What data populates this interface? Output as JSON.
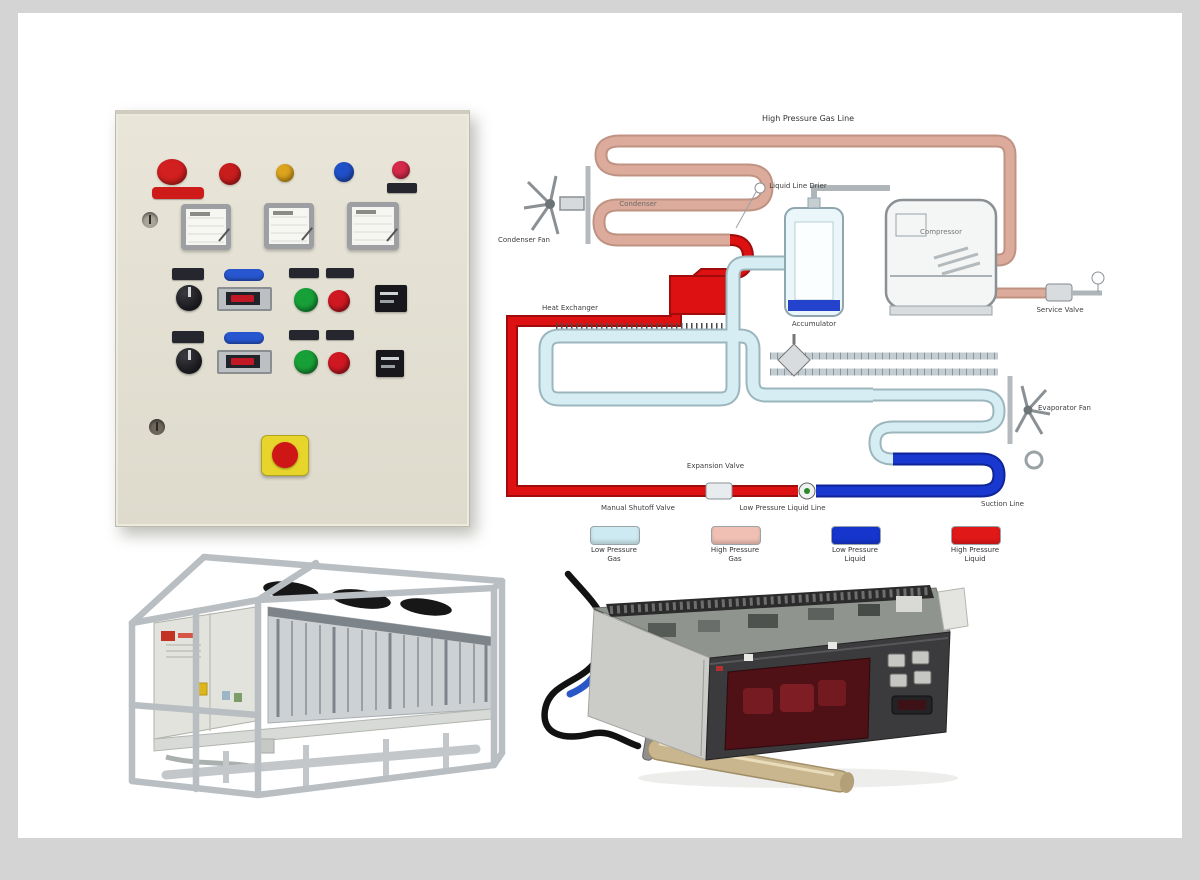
{
  "frame": {
    "border_color": "#d4d4d4",
    "canvas_color": "#ffffff"
  },
  "control_panel": {
    "panel_color": "#e4e1d4",
    "indicator_lights": [
      {
        "name": "emergency-mushroom",
        "color": "#d21f1f"
      },
      {
        "name": "red-pilot",
        "color": "#c81d1d"
      },
      {
        "name": "amber-pilot",
        "color": "#dca31c"
      },
      {
        "name": "blue-pilot",
        "color": "#2050c8"
      },
      {
        "name": "pink-pilot",
        "color": "#d62a4a"
      }
    ],
    "buttons": [
      {
        "name": "green-start",
        "color": "#18a038"
      },
      {
        "name": "red-stop",
        "color": "#d01822"
      }
    ],
    "digit_color": "#c01825",
    "estop_color": "#cf1616"
  },
  "diagram": {
    "title": "High Pressure Gas Line",
    "labels": {
      "condenser": "Condenser",
      "condenser_fan": "Condenser Fan",
      "liquid_line_drier": "Liquid Line Drier",
      "heat_exchanger": "Heat Exchanger",
      "accumulator": "Accumulator",
      "compressor": "Compressor",
      "service_valve": "Service Valve",
      "expansion_valve": "Expansion Valve",
      "manual_shutoff_valve": "Manual Shutoff Valve",
      "low_pressure_liquid_line": "Low Pressure Liquid Line",
      "suction_line": "Suction Line",
      "evaporator_fan": "Evaporator Fan"
    },
    "legend": {
      "items": [
        {
          "line1": "Low Pressure",
          "line2": "Gas",
          "color": "#cdeaf2"
        },
        {
          "line1": "High Pressure",
          "line2": "Gas",
          "color": "#f0c0b4"
        },
        {
          "line1": "Low Pressure",
          "line2": "Liquid",
          "color": "#1535cc"
        },
        {
          "line1": "High Pressure",
          "line2": "Liquid",
          "color": "#e01818"
        }
      ]
    },
    "pipe_colors": {
      "high_pressure_gas": "#dcab9b",
      "low_pressure_gas": "#d6edf4",
      "low_pressure_liquid": "#1838cf",
      "high_pressure_liquid": "#dd1111"
    }
  }
}
